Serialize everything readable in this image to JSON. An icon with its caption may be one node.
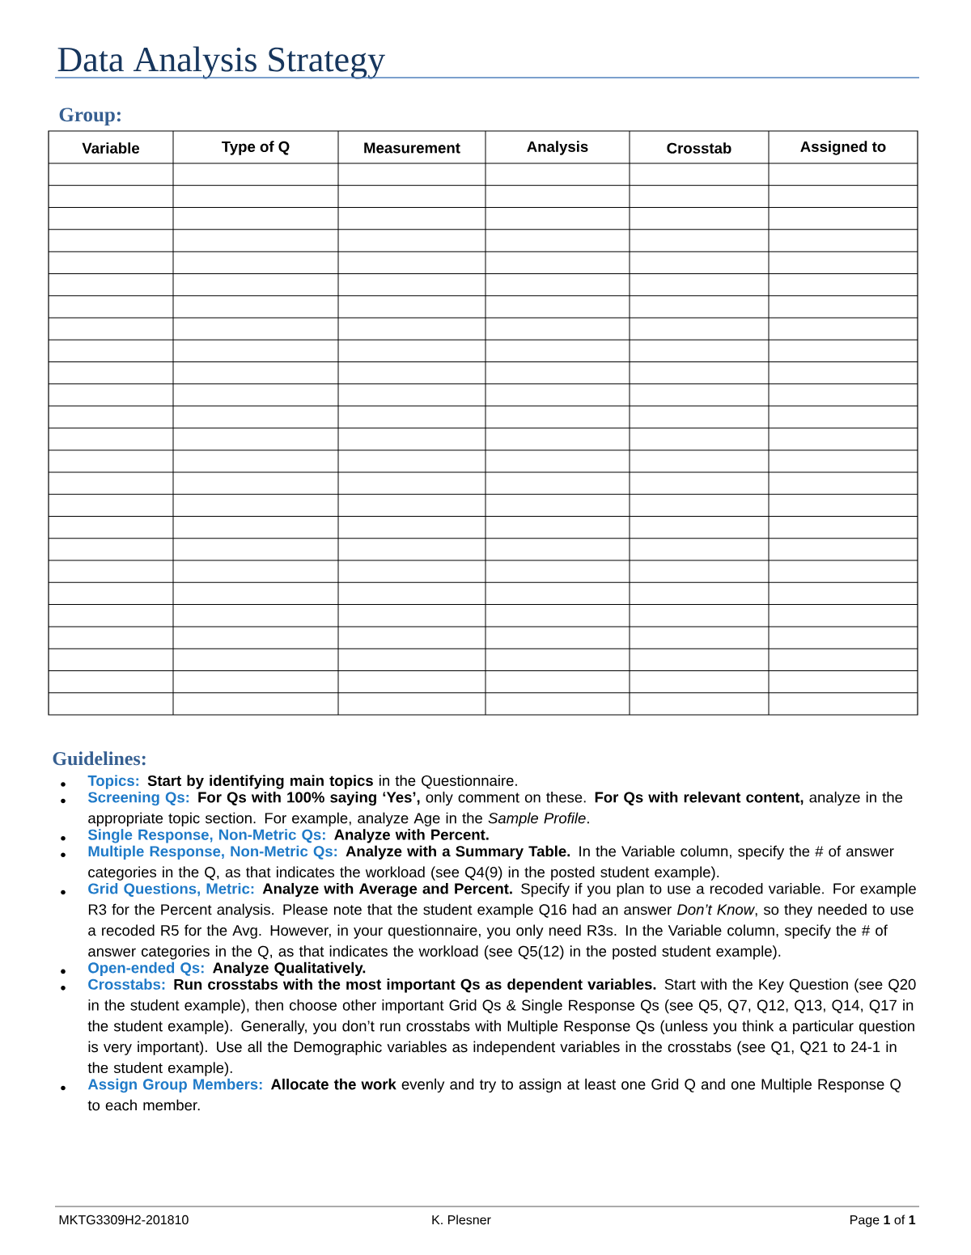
{
  "diagram": {
    "title": "Data Analysis Strategy",
    "labels": [
      "Group:",
      "Variable",
      "Type of Q",
      "Measurement",
      "Analysis",
      "Crosstab",
      "Assigned to",
      "Guidelines:",
      "Topics:",
      "**Start by identifying main topics** in the Questionnaire.",
      "Screening Qs:",
      "**For Qs with 100% saying ‘Yes’,** only comment on these. **For Qs with relevant content,** analyze in the appropriate topic section. For example, analyze Age in the *Sample Profile*.",
      "Single Response, Non-Metric Qs:",
      "**Analyze with Percent.**",
      "Multiple Response, Non-Metric Qs:",
      "**Analyze with a Summary Table.** In the Variable column, specify the # of answer categories in the Q, as that indicates the workload (see Q4(9) in the posted student example).",
      "Grid Questions, Metric:",
      "**Analyze with Average and Percent.** Specify if you plan to use a recoded variable. For example R3 for the Percent analysis. Please note that the student example Q16 had an answer *Don’t Know*, so they needed to use a recoded R5 for the Avg. However, in your questionnaire, you only need R3s. In the Variable column, specify the # of answer categories in the Q, as that indicates the workload (see Q5(12) in the posted student example).",
      "Open-ended Qs:",
      "**Analyze Qualitatively.**",
      "Crosstabs:",
      "**Run crosstabs with the most important Qs as dependent variables.** Start with the Key Question (see Q20 in the student example), then choose other important Grid Qs & Single Response Qs (see Q5, Q7, Q12, Q13, Q14, Q17 in the student example). Generally, you don’t run crosstabs with Multiple Response Qs (unless you think a particular question is very important). Use all the Demographic variables as independent variables in the crosstabs (see Q1, Q21 to 24-1 in the student example).",
      "Assign Group Members:",
      "**Allocate the work** evenly and try to assign at least one Grid Q and one Multiple Response Q to each member.",
      "MKTG3309H2-201810",
      "K. Plesner",
      "Page **1** of **1**"
    ]
  }
}
